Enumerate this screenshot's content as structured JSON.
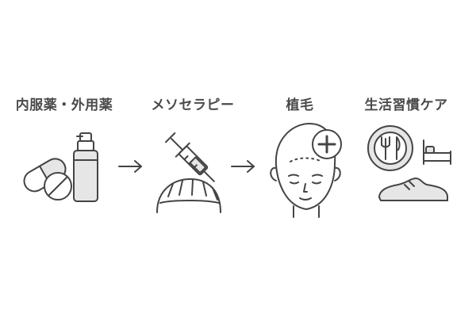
{
  "steps": [
    {
      "label": "内服薬・外用薬",
      "icon": "medicine-pills-spray-icon"
    },
    {
      "label": "メソセラピー",
      "icon": "syringe-scalp-icon"
    },
    {
      "label": "植毛",
      "icon": "head-hair-transplant-icon"
    },
    {
      "label": "生活習慣ケア",
      "icon": "lifestyle-meal-bed-shoe-icon"
    }
  ],
  "arrows": [
    {
      "icon": "arrow-right-icon"
    },
    {
      "icon": "arrow-right-icon"
    }
  ],
  "colors": {
    "line": "#444444",
    "fill_gray": "#e6e6e6",
    "background": "#ffffff"
  }
}
